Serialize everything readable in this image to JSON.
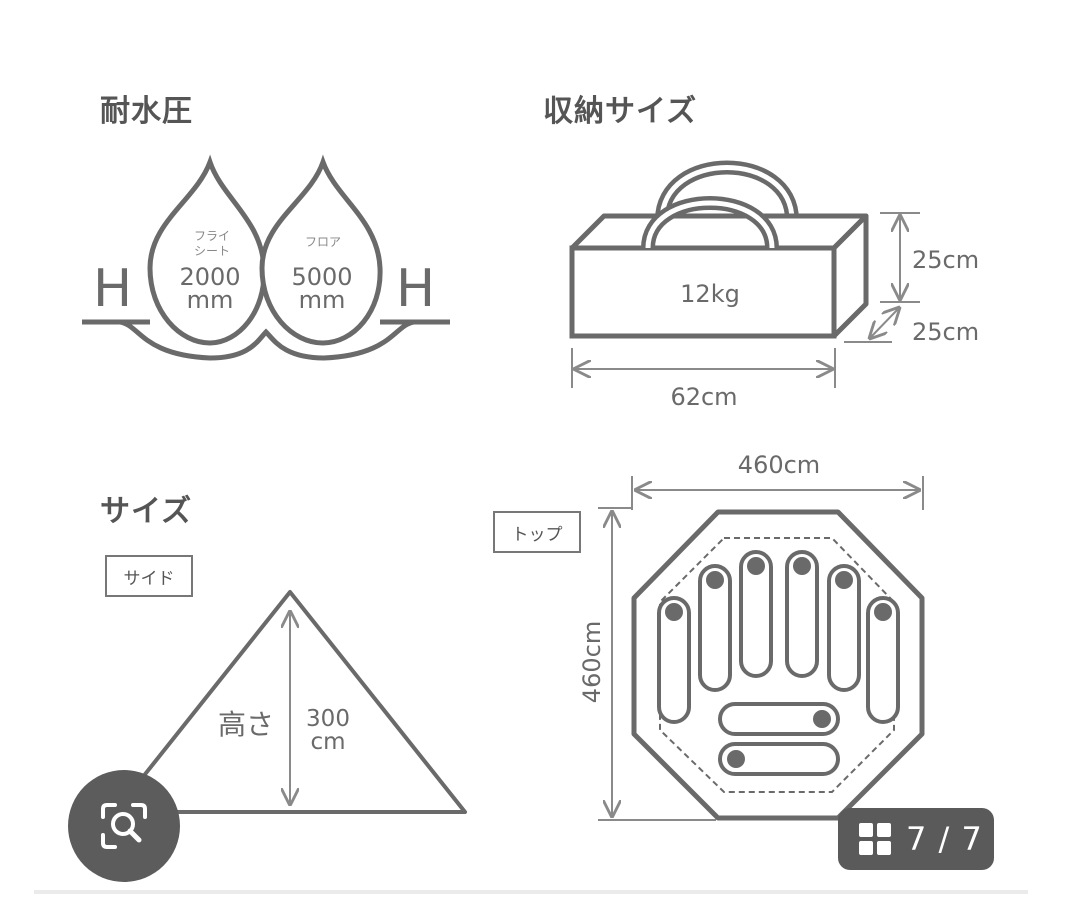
{
  "sections": {
    "waterproof": {
      "title": "耐水圧",
      "h_letter": "H",
      "fly": {
        "label_line1": "フライ",
        "label_line2": "シート",
        "value": "2000",
        "unit": "mm"
      },
      "floor": {
        "label": "フロア",
        "value": "5000",
        "unit": "mm"
      }
    },
    "storage": {
      "title": "収納サイズ",
      "weight": "12kg",
      "height": "25cm",
      "depth": "25cm",
      "width": "62cm"
    },
    "size": {
      "title": "サイズ",
      "side_tag": "サイド",
      "top_tag": "トップ",
      "height_label": "高さ",
      "height_value": "300",
      "height_unit": "cm",
      "top_width": "460cm",
      "top_depth": "460cm"
    }
  },
  "viewer": {
    "counter": "7 / 7",
    "lens_icon": "image-search-icon",
    "grid_icon": "grid-icon"
  },
  "colors": {
    "stroke": "#6a6a6a",
    "dim": "#8a8a8a",
    "text": "#555555",
    "overlay": "#5a5a5a"
  }
}
